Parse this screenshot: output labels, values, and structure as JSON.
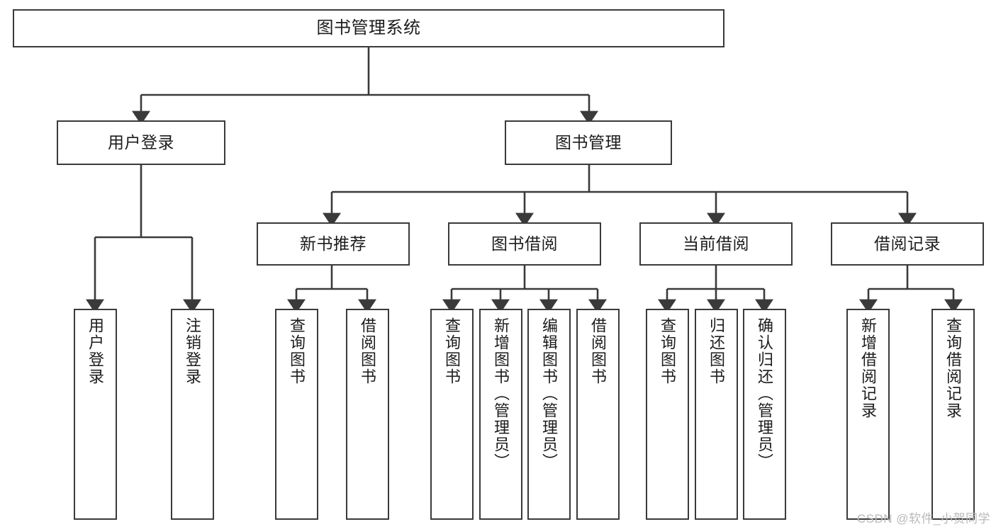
{
  "diagram": {
    "title": "图书管理系统",
    "type": "tree",
    "watermark": "CSDN @软件_小贺同学",
    "colors": {
      "box_border": "#3a3a3a",
      "box_fill": "#ffffff",
      "connector": "#3a3a3a",
      "text": "#1c1c1c",
      "watermark": "#b9b9b9",
      "background": "#ffffff"
    },
    "nodes": {
      "root": {
        "label": "图书管理系统"
      },
      "level2": [
        {
          "label": "用户登录"
        },
        {
          "label": "图书管理"
        }
      ],
      "level3": [
        {
          "label": "新书推荐"
        },
        {
          "label": "图书借阅"
        },
        {
          "label": "当前借阅"
        },
        {
          "label": "借阅记录"
        }
      ],
      "leaves": {
        "user_login": [
          {
            "label": "用户登录"
          },
          {
            "label": "注销登录"
          }
        ],
        "new_book": [
          {
            "label": "查询图书"
          },
          {
            "label": "借阅图书"
          }
        ],
        "book_borrow": [
          {
            "label": "查询图书"
          },
          {
            "label": "新增图书（管理员）"
          },
          {
            "label": "编辑图书（管理员）"
          },
          {
            "label": "借阅图书"
          }
        ],
        "current_borrow": [
          {
            "label": "查询图书"
          },
          {
            "label": "归还图书"
          },
          {
            "label": "确认归还（管理员）"
          }
        ],
        "borrow_record": [
          {
            "label": "新增借阅记录"
          },
          {
            "label": "查询借阅记录"
          }
        ]
      }
    }
  }
}
